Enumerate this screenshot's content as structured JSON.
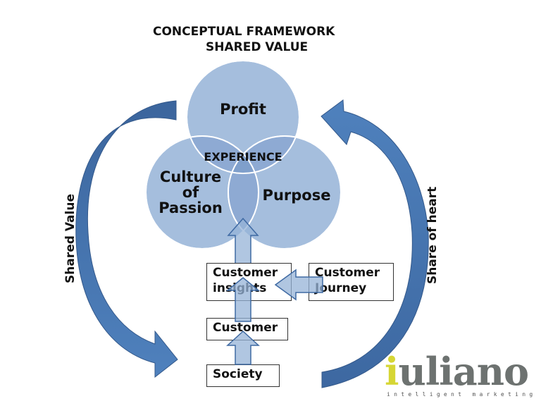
{
  "title": {
    "line1": "CONCEPTUAL FRAMEWORK",
    "line2": "SHARED VALUE"
  },
  "venn": {
    "center_label": "EXPERIENCE",
    "circles": [
      {
        "name": "profit",
        "label": "Profit"
      },
      {
        "name": "culture",
        "label_lines": [
          "Culture",
          "of",
          "Passion"
        ]
      },
      {
        "name": "purpose",
        "label": "Purpose"
      }
    ]
  },
  "boxes": {
    "customer_insights": {
      "line1": "Customer",
      "line2": "insights"
    },
    "customer_journey": {
      "line1": "Customer",
      "line2": "Journey"
    },
    "customer": "Customer",
    "society": "Society"
  },
  "side_labels": {
    "left": "Shared Value",
    "right": "Share of heart"
  },
  "logo": {
    "first_letter": "i",
    "rest": "uliano",
    "tagline": "intelligent marketing"
  },
  "colors": {
    "circle_fill": "#a5bedd",
    "overlap_fill": "#7f9fcb",
    "arrow_dark": "#3f6aa3",
    "arrow_light": "#4f81bd",
    "small_arrow_fill": "#95b3d7",
    "logo_gray": "#6d7270",
    "logo_yellow": "#d6d634"
  }
}
